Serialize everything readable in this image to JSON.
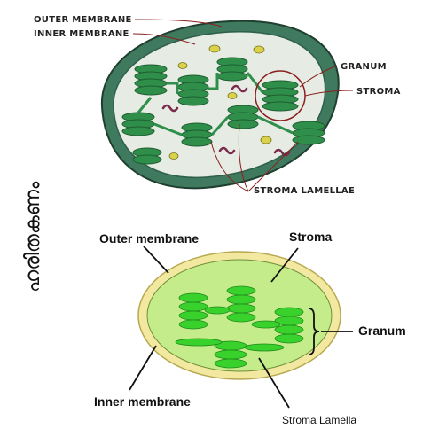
{
  "top_diagram": {
    "labels": {
      "outer_membrane": "OUTER MEMBRANE",
      "inner_membrane": "INNER MEMBRANE",
      "granum": "GRANUM",
      "stroma": "STROMA",
      "stroma_lamellae": "STROMA LAMELLAE"
    }
  },
  "bottom_diagram": {
    "labels": {
      "outer_membrane": "Outer membrane",
      "stroma": "Stroma",
      "granum": "Granum",
      "inner_membrane": "Inner membrane",
      "stroma_lamella": "Stroma Lamella"
    }
  },
  "side_label": "ഹരിതകണം",
  "colors": {
    "outer_membrane": "#2f5f4a",
    "stroma_fill": "#e9efe8",
    "thylakoid": "#2f8f4a",
    "thylakoid_dark": "#1e5e30",
    "lamella_line": "#7a1f1f",
    "starch": "#d9d24a",
    "bottom_outer": "#f2e8a0",
    "bottom_stroma": "#c5ec8a",
    "bottom_thylakoid": "#39d22d"
  }
}
